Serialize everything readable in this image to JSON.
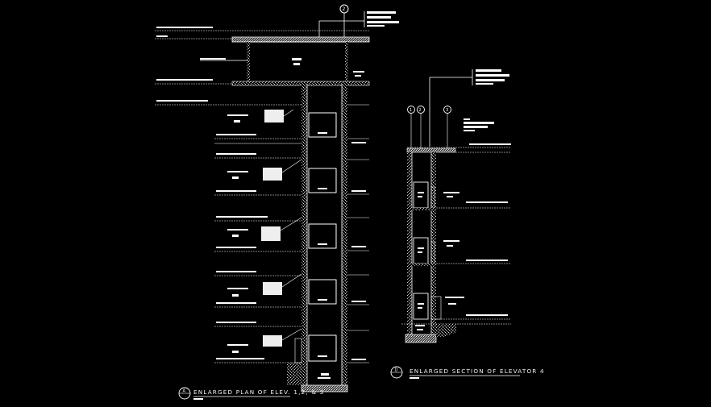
{
  "drawings": [
    {
      "id": "A",
      "title": "ENLARGED PLAN OF ELEV. 1,2, & 3"
    },
    {
      "id": "D",
      "title": "ENLARGED SECTION OF ELEVATOR 4"
    }
  ],
  "colors": {
    "background": "#000000",
    "linework": "#ffffff",
    "hatch": "#bdbdbd"
  }
}
